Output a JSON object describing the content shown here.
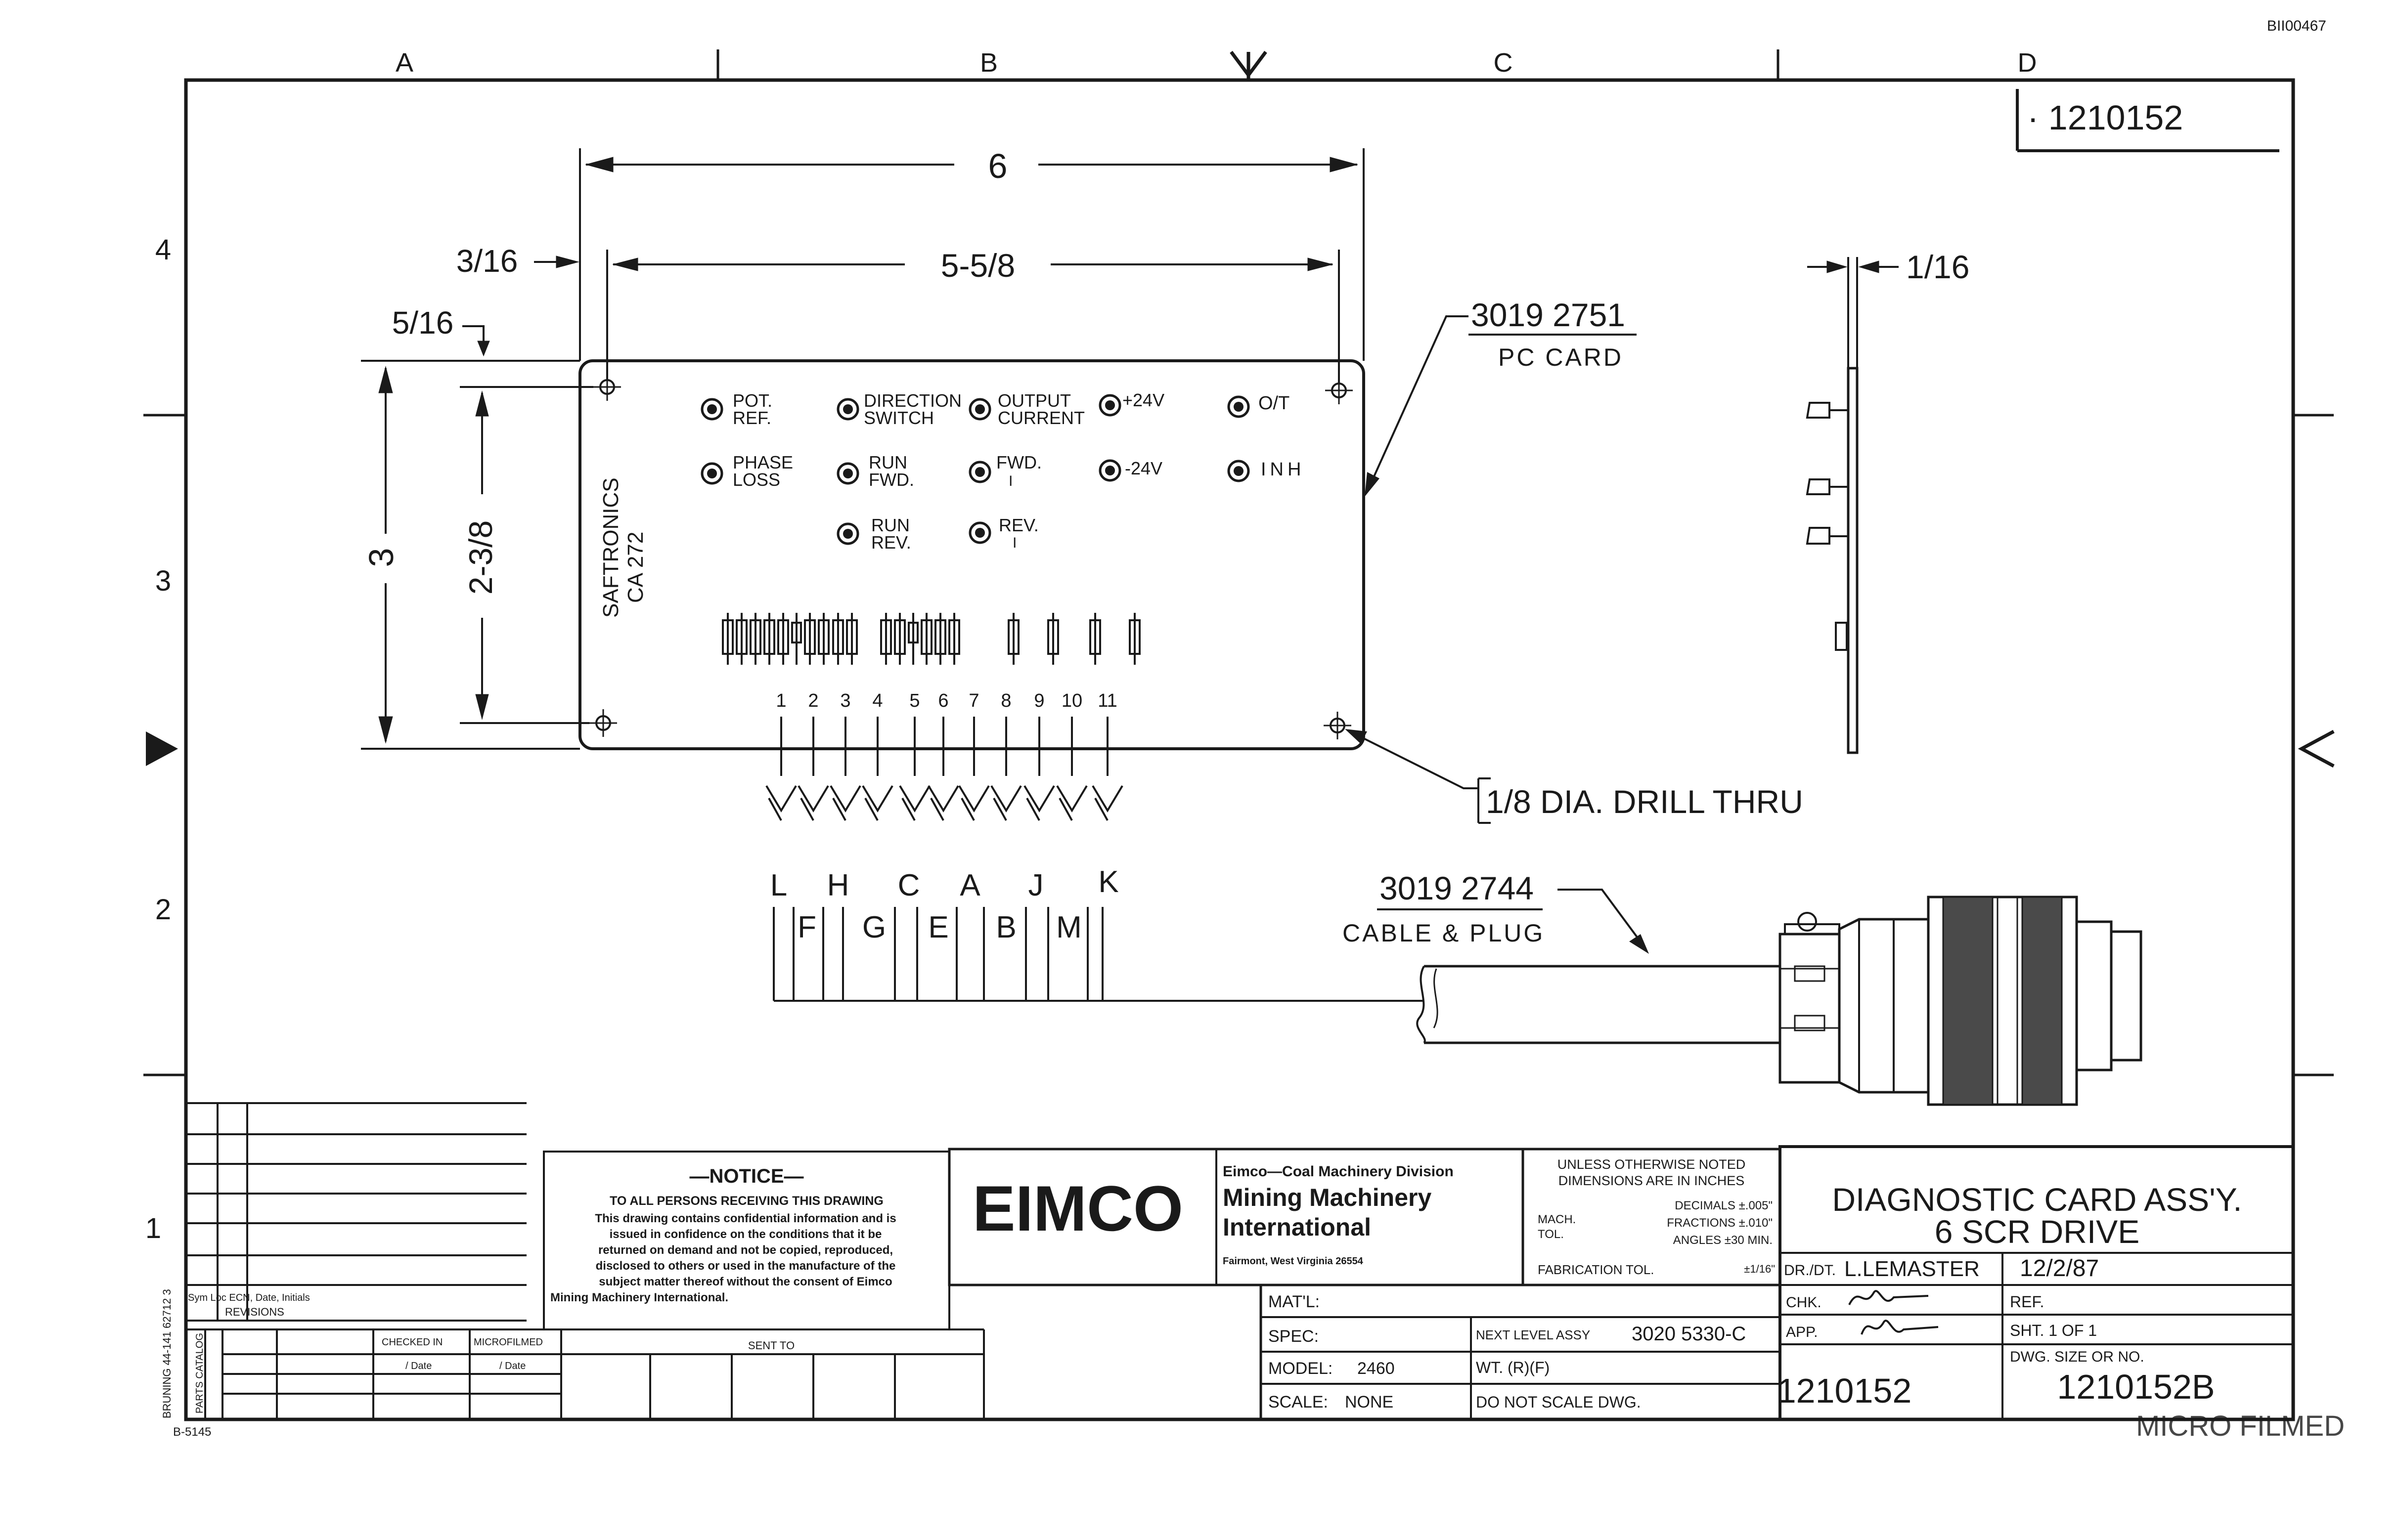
{
  "corner_id": "BII00467",
  "drawing_id_box": "· 1210152",
  "zones": {
    "cols": [
      "A",
      "B",
      "C",
      "D"
    ],
    "rows": [
      "4",
      "3",
      "2",
      "1"
    ]
  },
  "dimensions": {
    "overall_width": "6",
    "hole_spacing_width": "5-5/8",
    "left_inset": "3/16",
    "top_inset": "5/16",
    "height": "3",
    "hole_spacing_height": "2-3/8",
    "thickness": "1/16"
  },
  "pc_card": {
    "part_no": "3019 2751",
    "name": "PC CARD",
    "maker": "SAFTRONICS",
    "model": "CA 272",
    "test_points": [
      {
        "line1": "POT.",
        "line2": "REF."
      },
      {
        "line1": "DIRECTION",
        "line2": "SWITCH"
      },
      {
        "line1": "OUTPUT",
        "line2": "CURRENT"
      },
      {
        "line1": "+24V",
        "line2": ""
      },
      {
        "line1": "O/T",
        "line2": ""
      },
      {
        "line1": "PHASE",
        "line2": "LOSS"
      },
      {
        "line1": "RUN",
        "line2": "FWD."
      },
      {
        "line1": "FWD.",
        "line2": "I"
      },
      {
        "line1": "-24V",
        "line2": ""
      },
      {
        "line1": "INH",
        "line2": ""
      },
      {
        "line1": "RUN",
        "line2": "REV."
      },
      {
        "line1": "REV.",
        "line2": "I"
      }
    ],
    "pins": [
      "1",
      "2",
      "3",
      "4",
      "5",
      "6",
      "7",
      "8",
      "9",
      "10",
      "11"
    ],
    "wire_letters_upper": [
      "L",
      "H",
      "C",
      "A",
      "J",
      "K"
    ],
    "wire_letters_lower": [
      "F",
      "G",
      "E",
      "B",
      "M"
    ]
  },
  "drill_note": "1/8 DIA. DRILL THRU",
  "cable": {
    "part_no": "3019 2744",
    "name": "CABLE & PLUG"
  },
  "notice": {
    "title": "—NOTICE—",
    "heading": "TO ALL PERSONS RECEIVING THIS DRAWING",
    "lines": [
      "This drawing contains confidential information and is",
      "issued in confidence on the conditions that it be",
      "returned on demand and not be copied, reproduced,",
      "disclosed to others or used in the manufacture of the",
      "subject matter thereof without the consent of Eimco",
      "Mining Machinery International."
    ]
  },
  "company": {
    "logo": "EIMCO",
    "division": "Eimco—Coal Machinery Division",
    "name1": "Mining Machinery",
    "name2": "International",
    "address": "Fairmont, West Virginia 26554"
  },
  "tolerances": {
    "line1": "UNLESS OTHERWISE NOTED",
    "line2": "DIMENSIONS ARE IN INCHES",
    "mach_label": "MACH.",
    "tol_label": "TOL.",
    "decimals": "DECIMALS ±.005\"",
    "fractions": "FRACTIONS ±.010\"",
    "angles": "ANGLES ±30 MIN.",
    "fabrication": "FABRICATION TOL.",
    "fabrication_value": "±1/16\""
  },
  "title_block": {
    "title1": "DIAGNOSTIC CARD ASS'Y.",
    "title2": "6 SCR DRIVE",
    "dr_label": "DR./DT.",
    "dr_value": "L.LEMASTER",
    "date": "12/2/87",
    "chk_label": "CHK.",
    "app_label": "APP.",
    "ref_label": "REF.",
    "sheet": "SHT. 1 OF 1",
    "dwg_label": "DWG. SIZE OR NO.",
    "dwg_no": "1210152",
    "dwg_no_size": "1210152B"
  },
  "spec_block": {
    "matl": "MAT'L:",
    "spec": "SPEC:",
    "model_label": "MODEL:",
    "model_value": "2460",
    "scale_label": "SCALE:",
    "scale_value": "NONE",
    "next_assy_label": "NEXT LEVEL ASSY",
    "next_assy_value": "3020 5330-C",
    "wt": "WT. (R)(F)",
    "do_not_scale": "DO NOT SCALE DWG."
  },
  "revisions": {
    "header": "Sym Loc ECN, Date, Initials",
    "title": "REVISIONS",
    "side_label": "BRUNING 44-141 62712 3",
    "parts_catalog": "PARTS CATALOG",
    "checked_in": "CHECKED IN",
    "microfilmed": "MICROFILMED",
    "sent_to": "SENT TO",
    "date_label": "/ Date",
    "stamp": "MICRO FILMED"
  },
  "footer_mark": "B-5145"
}
